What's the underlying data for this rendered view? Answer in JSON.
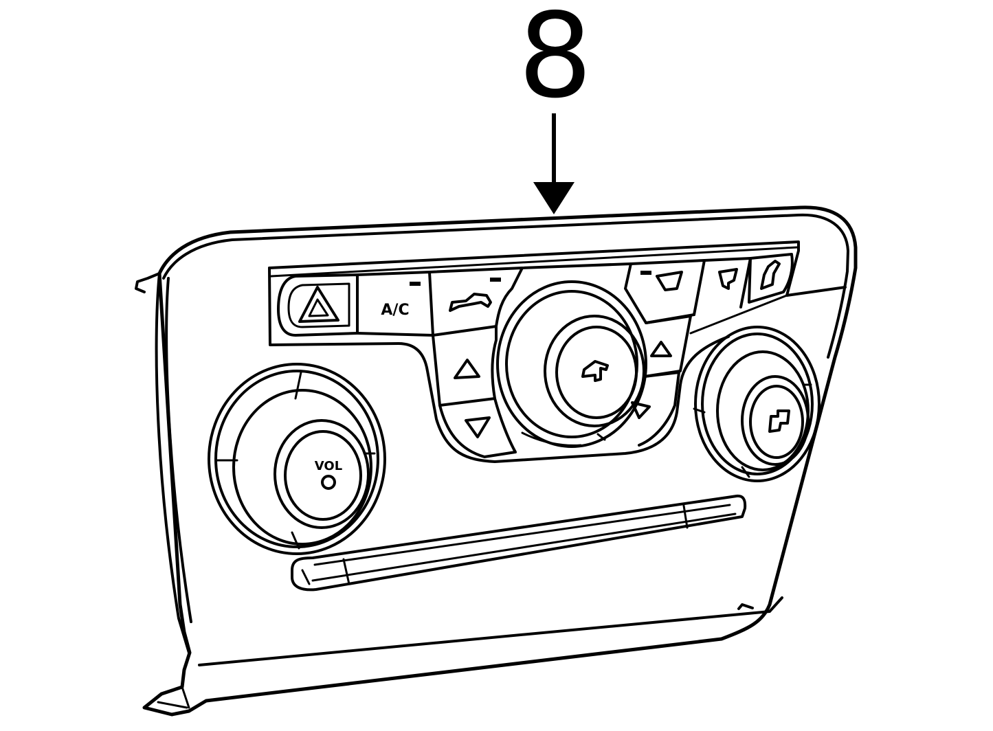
{
  "callout": {
    "number": "8"
  },
  "buttons": {
    "ac_label": "A/C"
  },
  "knobs": {
    "left_label": "VOL"
  }
}
